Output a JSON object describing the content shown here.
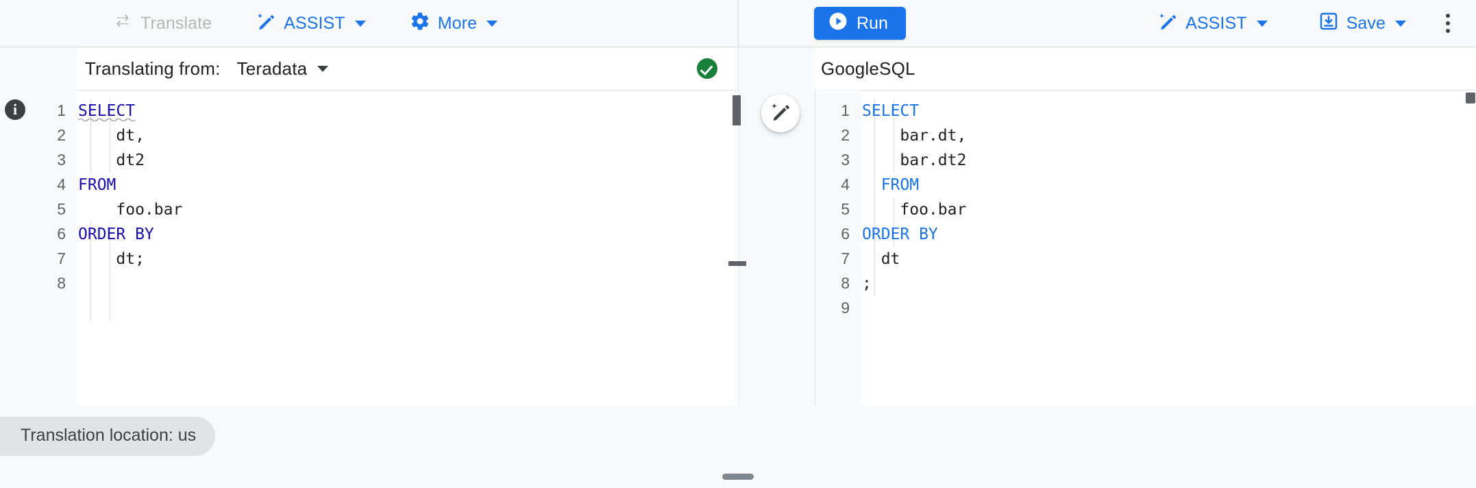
{
  "toolbar": {
    "left": {
      "translate": {
        "label": "Translate",
        "icon": "swap-horizontal-icon",
        "disabled": true
      },
      "assist": {
        "label": "ASSIST",
        "icon": "magic-pencil-icon",
        "has_caret": true
      },
      "more": {
        "label": "More",
        "icon": "gear-icon",
        "has_caret": true
      }
    },
    "right": {
      "run": {
        "label": "Run",
        "icon": "play-circle-icon"
      },
      "assist": {
        "label": "ASSIST",
        "icon": "magic-pencil-icon",
        "has_caret": true
      },
      "save": {
        "label": "Save",
        "icon": "save-download-icon",
        "has_caret": true
      },
      "overflow": {
        "icon": "kebab-menu-icon"
      }
    }
  },
  "subheader": {
    "source_label": "Translating from:",
    "source_dialect": "Teradata",
    "status_icon": "green-check-icon",
    "target_dialect": "GoogleSQL"
  },
  "editors": {
    "source": {
      "marker_icon": "info-icon",
      "line_numbers": [
        "1",
        "2",
        "3",
        "4",
        "5",
        "6",
        "7",
        "8"
      ],
      "lines": [
        {
          "text": "SELECT",
          "type": "keyword",
          "underline": true
        },
        {
          "text": "    dt,",
          "type": "plain"
        },
        {
          "text": "    dt2",
          "type": "plain"
        },
        {
          "text": "FROM",
          "type": "keyword"
        },
        {
          "text": "    foo.bar",
          "type": "plain"
        },
        {
          "text": "ORDER BY",
          "type": "keyword"
        },
        {
          "text": "    dt;",
          "type": "plain"
        },
        {
          "text": "",
          "type": "plain"
        }
      ]
    },
    "target": {
      "line_numbers": [
        "1",
        "2",
        "3",
        "4",
        "5",
        "6",
        "7",
        "8",
        "9"
      ],
      "lines": [
        {
          "text": "SELECT",
          "type": "keyword"
        },
        {
          "text": "    bar.dt,",
          "type": "plain"
        },
        {
          "text": "    bar.dt2",
          "type": "plain"
        },
        {
          "text": "  FROM",
          "type": "keyword"
        },
        {
          "text": "    foo.bar",
          "type": "plain"
        },
        {
          "text": "ORDER BY",
          "type": "keyword"
        },
        {
          "text": "  dt",
          "type": "plain"
        },
        {
          "text": ";",
          "type": "plain"
        },
        {
          "text": "",
          "type": "plain"
        }
      ]
    },
    "fab": {
      "icon": "magic-pencil-icon"
    }
  },
  "footer": {
    "location_chip": "Translation location: us",
    "drag_handle": "resize-handle"
  },
  "colors": {
    "accent": "#1a73e8",
    "keyword_source": "#1a0dab",
    "keyword_target": "#1a73e8",
    "success": "#188038",
    "surface": "#f8f9fa",
    "text": "#202124",
    "muted": "#5f6368"
  }
}
